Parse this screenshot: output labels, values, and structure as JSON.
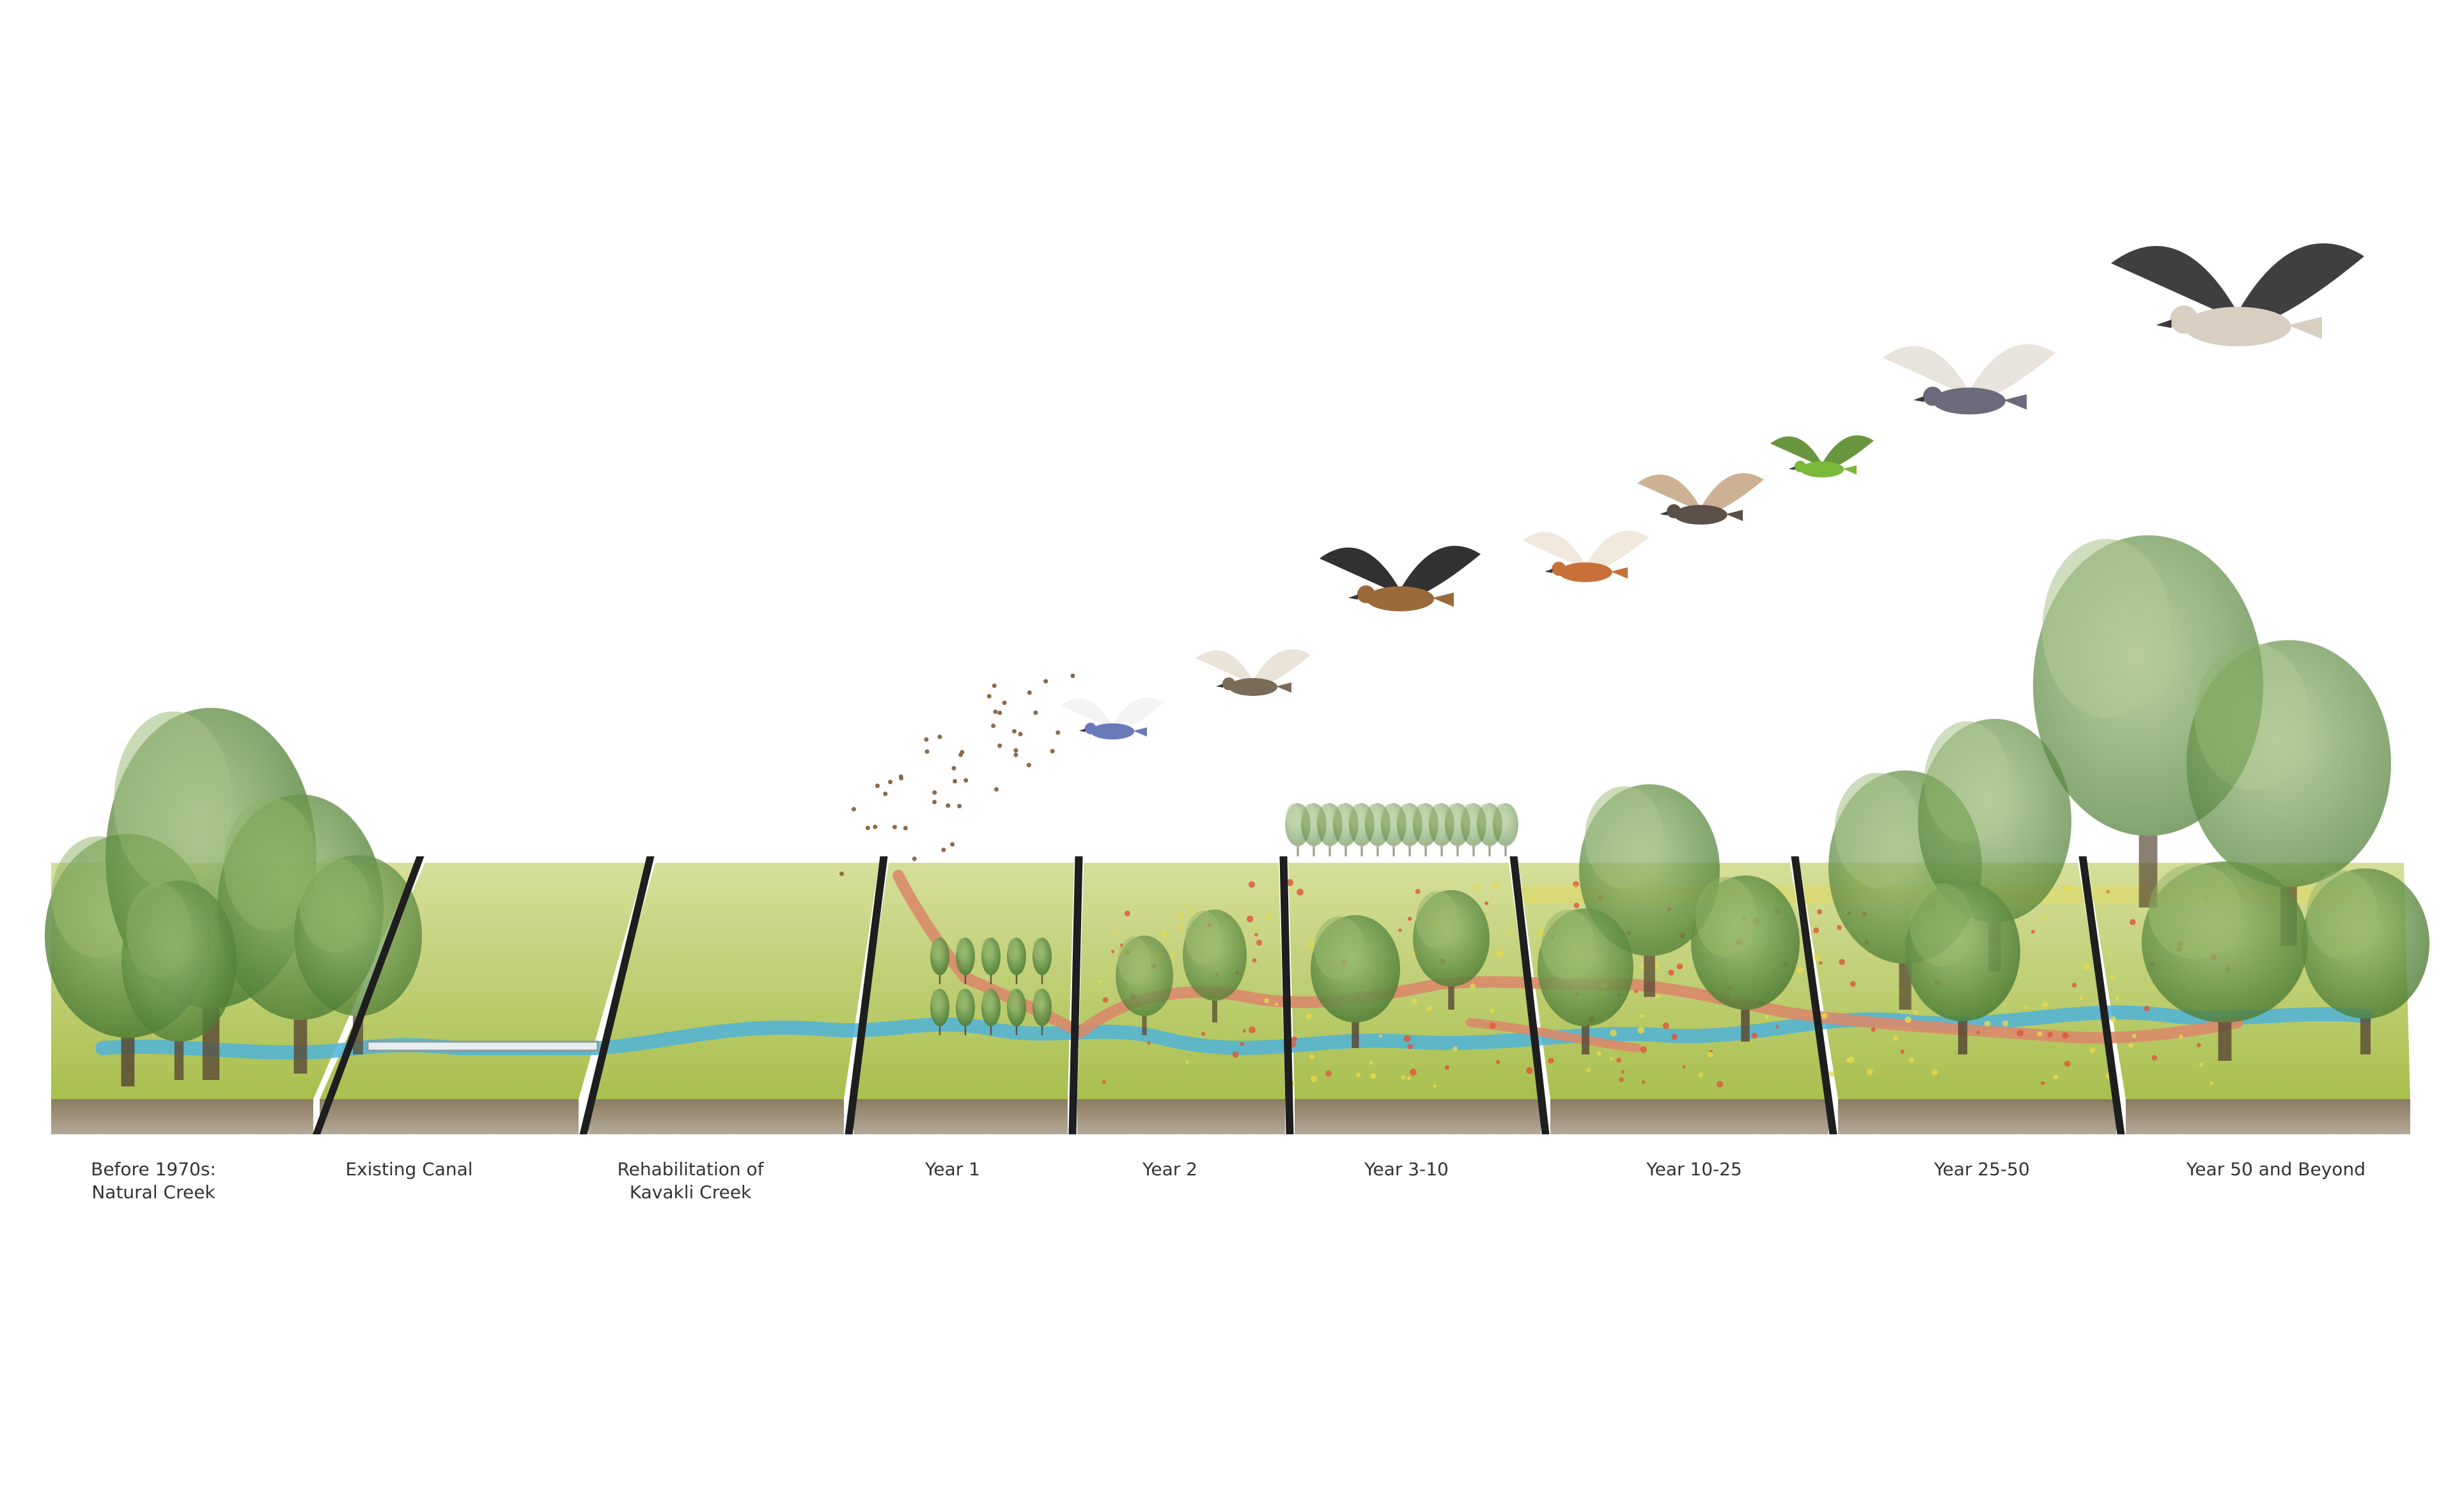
{
  "stages": [
    {
      "id": "before-1970s",
      "line1": "Before 1970s:",
      "line2": "Natural Creek"
    },
    {
      "id": "existing-canal",
      "line1": "Existing Canal",
      "line2": ""
    },
    {
      "id": "rehabilitation",
      "line1": "Rehabilitation of",
      "line2": "Kavakli Creek"
    },
    {
      "id": "year-1",
      "line1": "Year 1",
      "line2": ""
    },
    {
      "id": "year-2",
      "line1": "Year 2",
      "line2": ""
    },
    {
      "id": "year-3-10",
      "line1": "Year 3-10",
      "line2": ""
    },
    {
      "id": "year-10-25",
      "line1": "Year 10-25",
      "line2": ""
    },
    {
      "id": "year-25-50",
      "line1": "Year 25-50",
      "line2": ""
    },
    {
      "id": "year-50-beyond",
      "line1": "Year 50 and Beyond",
      "line2": ""
    }
  ],
  "colors": {
    "grass": "#b7c95a",
    "grass_light": "#cfdc8a",
    "soil": "#7a6a55",
    "water": "#4fb3d9",
    "path": "#d98a6a",
    "tree": "#5f8f3e",
    "tree_light": "#8fb268",
    "flower": "#e0553a",
    "yellow_flower": "#e9d84a",
    "label": "#333333"
  },
  "birds": [
    {
      "name": "blue-bird-icon"
    },
    {
      "name": "duck-icon"
    },
    {
      "name": "hoopoe-icon"
    },
    {
      "name": "shelduck-icon"
    },
    {
      "name": "small-bird-icon"
    },
    {
      "name": "parakeet-icon"
    },
    {
      "name": "harrier-icon"
    },
    {
      "name": "vulture-icon"
    }
  ]
}
